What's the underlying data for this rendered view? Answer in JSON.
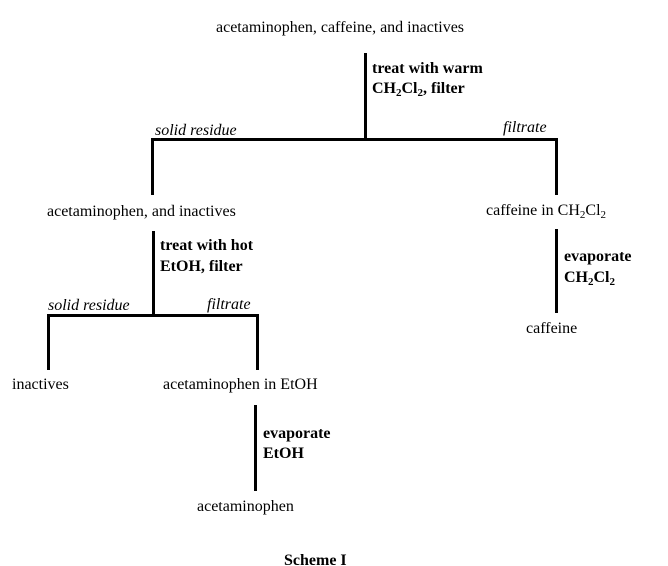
{
  "nodes": {
    "top": "acetaminophen, caffeine, and inactives",
    "mid_left": "acetaminophen, and inactives",
    "mid_right_prefix": "caffeine in CH",
    "caffeine_final": "caffeine",
    "inactives": "inactives",
    "acet_etoh": "acetaminophen in EtOH",
    "acet_final": "acetaminophen"
  },
  "steps": {
    "step1_line1": "treat with warm",
    "step1_line2_prefix": "CH",
    "step1_line2_suffix": ", filter",
    "step2_line1": "treat with hot",
    "step2_line2": "EtOH, filter",
    "step3_line1": "evaporate",
    "step3_line2_prefix": "CH",
    "step4_line1": "evaporate",
    "step4_line2": "EtOH"
  },
  "branch_labels": {
    "solid_residue_1": "solid residue",
    "filtrate_1": "filtrate",
    "solid_residue_2": "solid residue",
    "filtrate_2": "filtrate"
  },
  "chem": {
    "sub2": "2",
    "Cl": "Cl"
  },
  "caption": "Scheme I"
}
